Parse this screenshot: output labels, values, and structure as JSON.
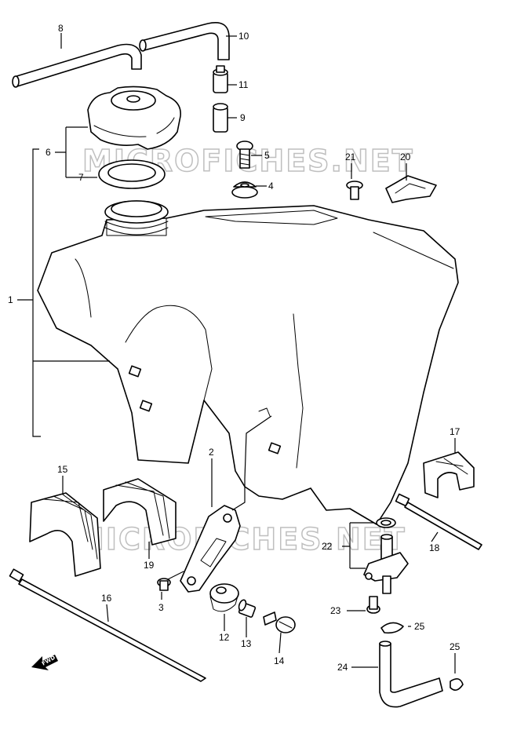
{
  "diagram": {
    "watermark": "MICROFICHES.NET",
    "fwd_label": "FWD",
    "callouts": {
      "c1": "1",
      "c2": "2",
      "c3": "3",
      "c4": "4",
      "c5": "5",
      "c6": "6",
      "c7": "7",
      "c8": "8",
      "c9": "9",
      "c10": "10",
      "c11": "11",
      "c12": "12",
      "c13": "13",
      "c14": "14",
      "c15": "15",
      "c16": "16",
      "c17": "17",
      "c18": "18",
      "c19": "19",
      "c20": "20",
      "c21": "21",
      "c22": "22",
      "c23": "23",
      "c24": "24",
      "c25a": "25",
      "c25b": "25"
    }
  }
}
